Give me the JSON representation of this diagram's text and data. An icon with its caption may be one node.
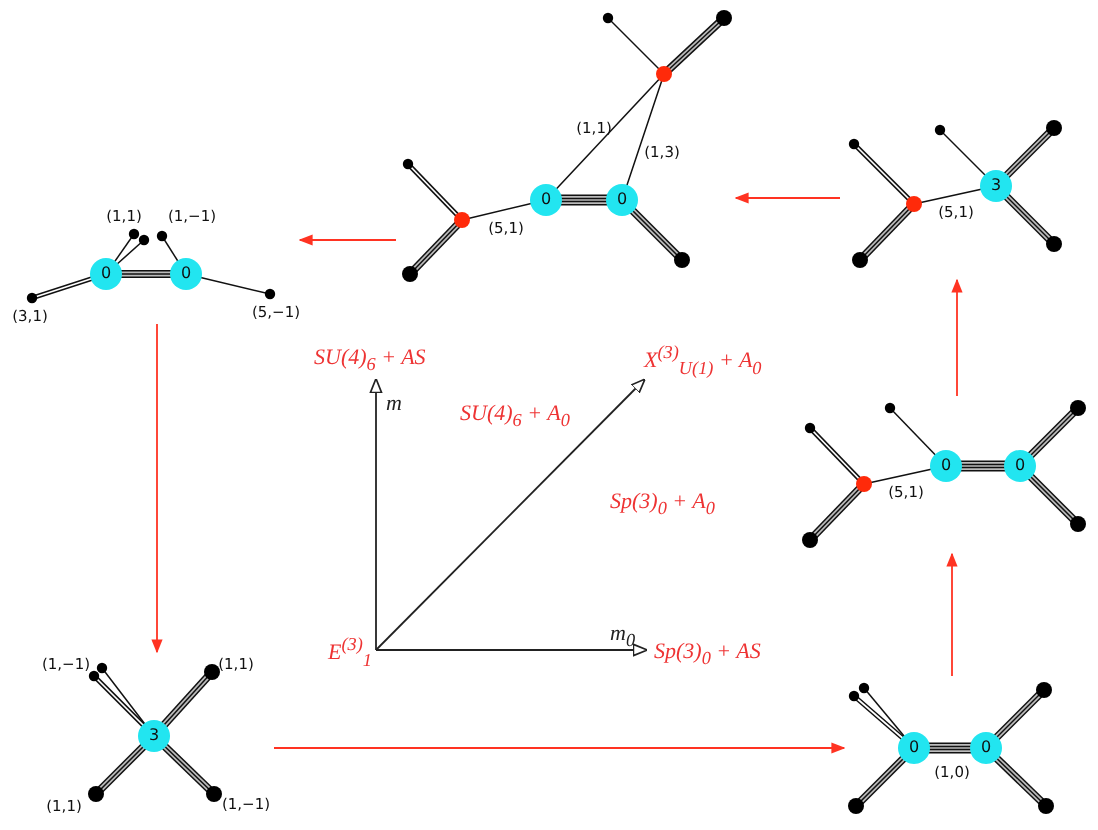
{
  "diagram": {
    "nodes": [
      {
        "text": [
          "(1,1)",
          "(1,3)",
          "0",
          "0",
          "(5,1)"
        ]
      },
      {
        "text": [
          "3",
          "(5,1)"
        ]
      },
      {
        "text": [
          "(1,1)",
          "(1,−1)",
          "0",
          "0",
          "(3,1)",
          "(5,−1)"
        ]
      },
      {
        "text": [
          "0",
          "0",
          "(5,1)"
        ]
      },
      {
        "text": [
          "(1,−1)",
          "(1,1)",
          "3",
          "(1,1)",
          "(1,−1)"
        ]
      },
      {
        "text": [
          "0",
          "0",
          "(1,0)"
        ]
      }
    ],
    "edges": [
      {
        "from": 1,
        "to": 0,
        "arrow": "to"
      },
      {
        "from": 0,
        "to": 2,
        "arrow": "to"
      },
      {
        "from": 2,
        "to": 4,
        "arrow": "to"
      },
      {
        "from": 4,
        "to": 5,
        "arrow": "to"
      },
      {
        "from": 5,
        "to": 3,
        "arrow": "to"
      },
      {
        "from": 3,
        "to": 1,
        "arrow": "to"
      }
    ],
    "labels": [
      "SU(4)$_{6}$ + AS",
      "X$^{(3)}$$_{U(1)}$ + A$_{0}$",
      "m",
      "SU(4)$_{6}$ + A$_{0}$",
      "Sp(3)$_{0}$ + A$_{0}$",
      "m$_{0}$",
      "E$^{(3)}$$_{1}$",
      "Sp(3)$_{0}$ + AS"
    ]
  }
}
